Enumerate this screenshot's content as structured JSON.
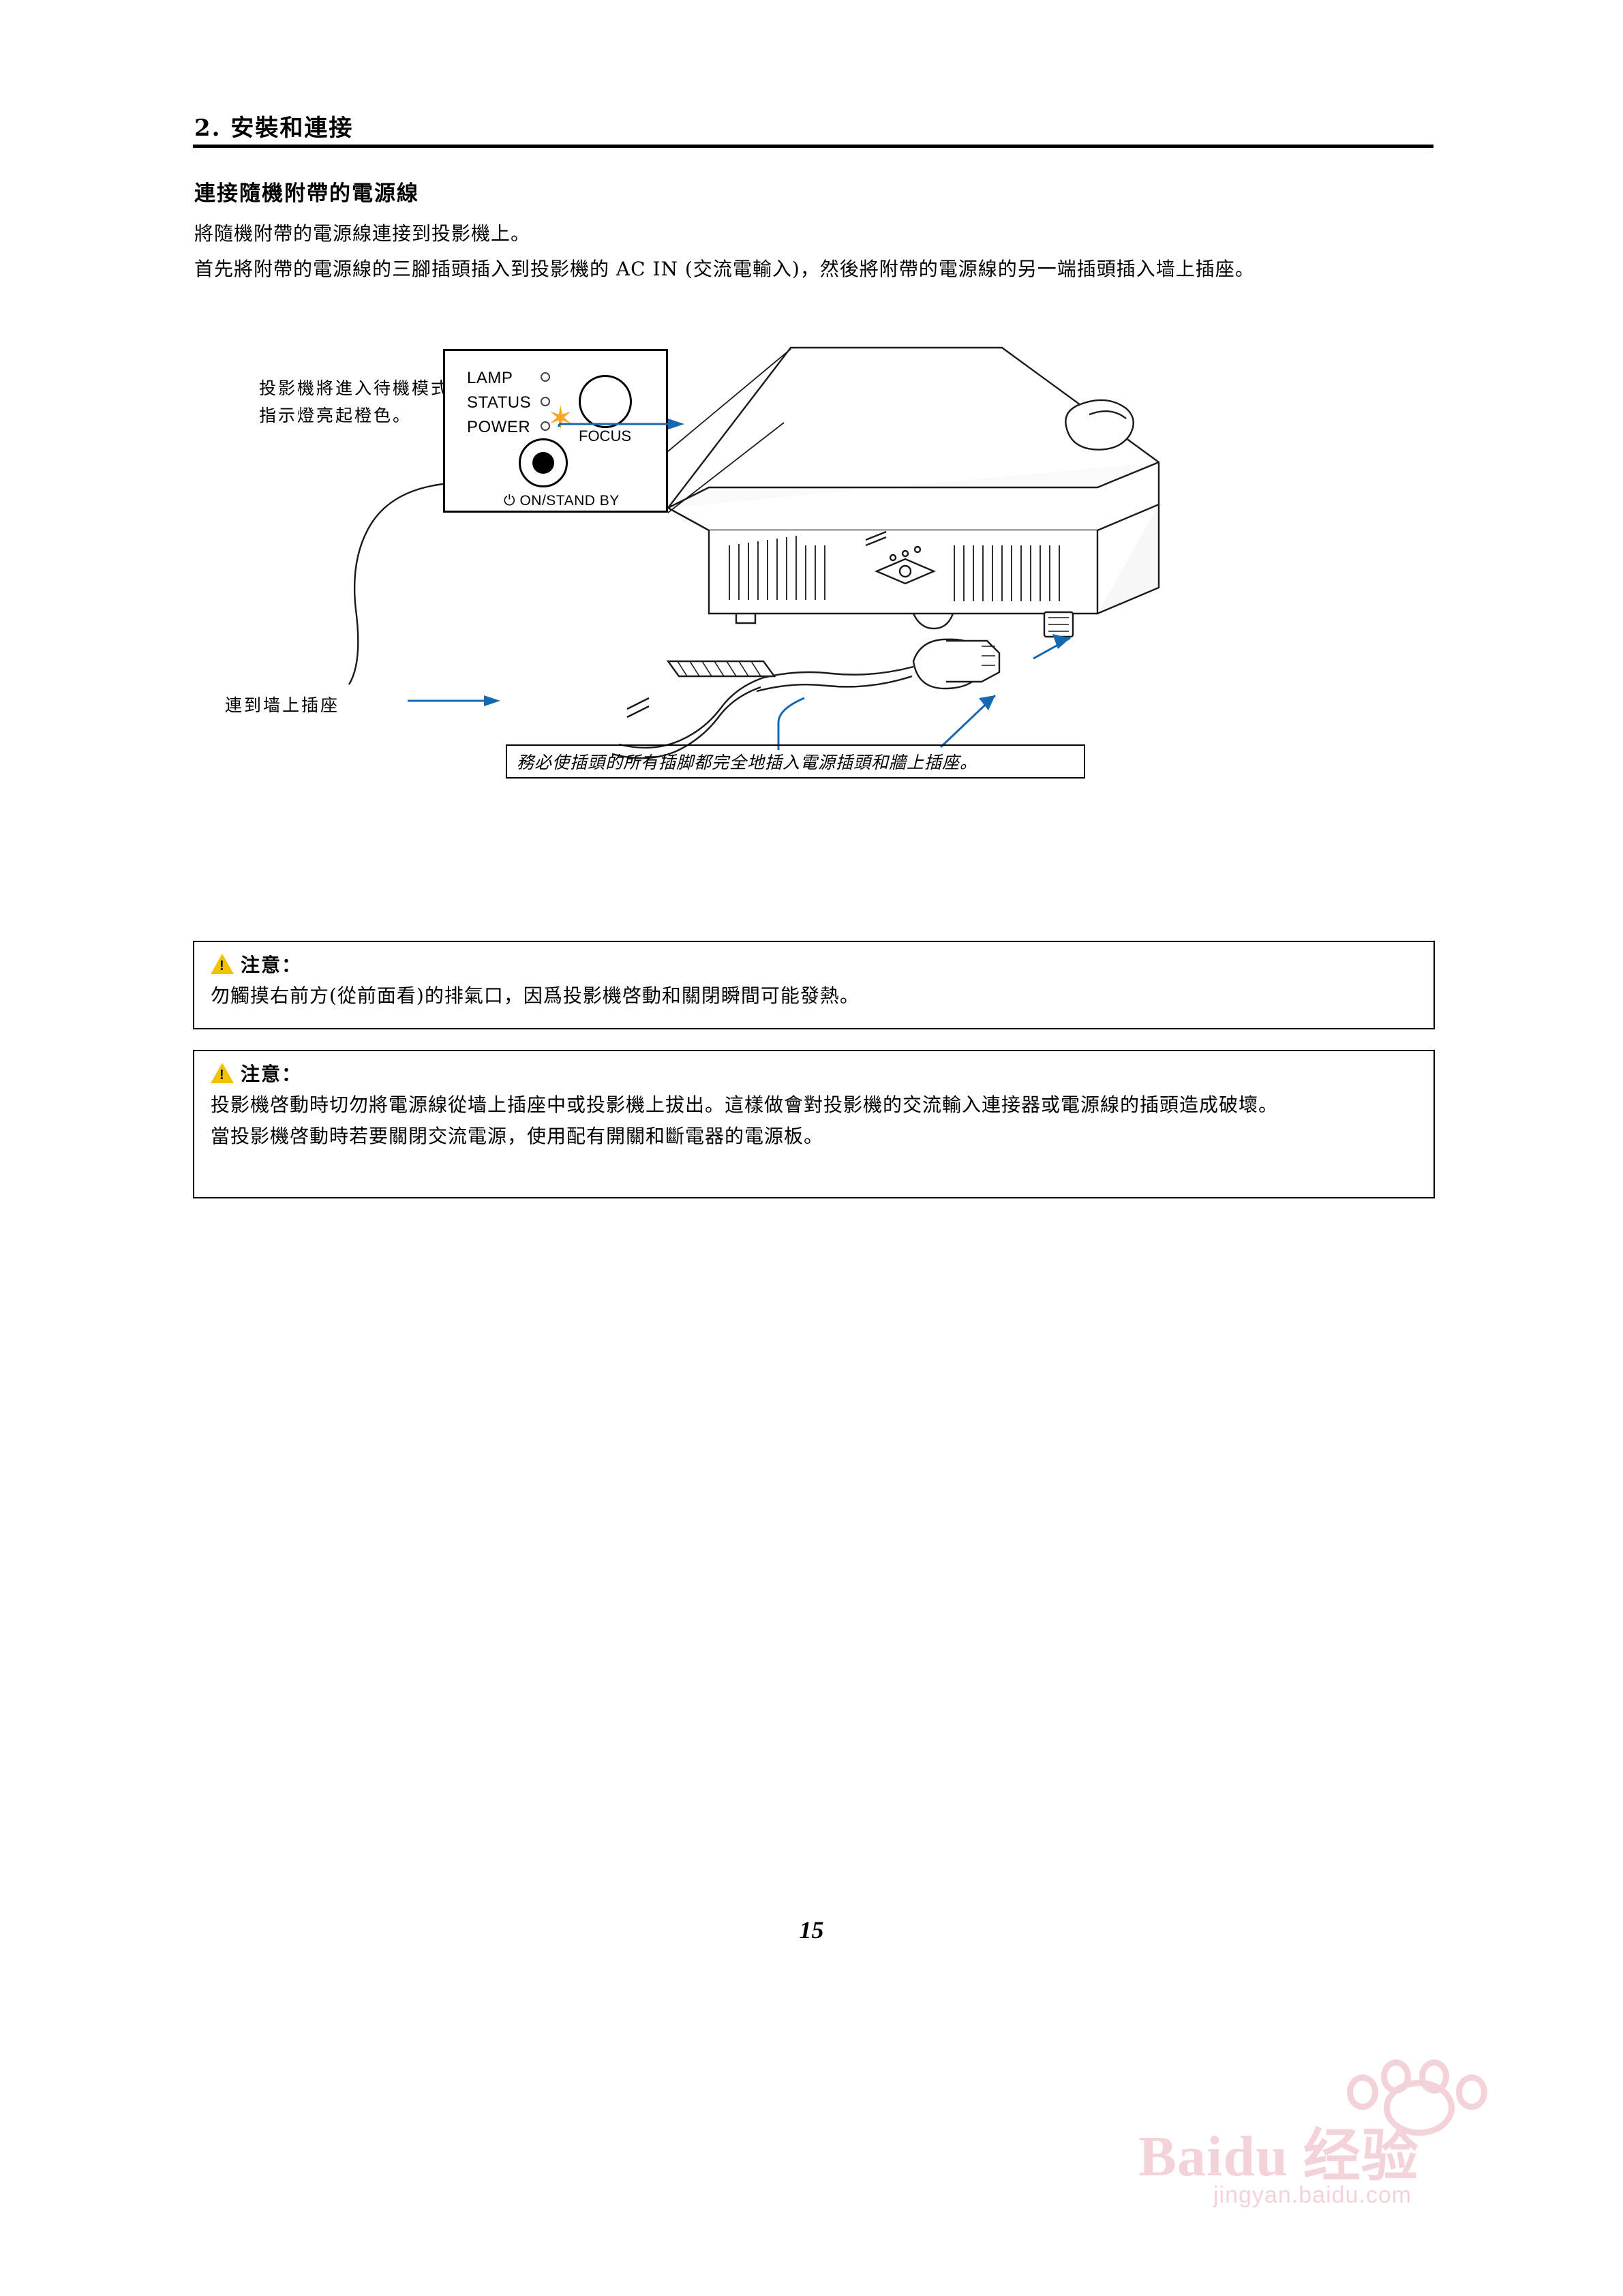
{
  "header": {
    "chapter": "2. 安裝和連接"
  },
  "section": {
    "title": "連接隨機附帶的電源線",
    "paragraph1": "將隨機附帶的電源線連接到投影機上。",
    "paragraph2": "首先將附帶的電源線的三腳插頭插入到投影機的 AC IN (交流電輸入)，然後將附帶的電源線的另一端插頭插入墙上插座。"
  },
  "figure": {
    "callout_standby": "投影機將進入待機模式，POWER 指示燈亮起橙色。",
    "callout_wall": "連到墙上插座",
    "note_plug": "務必使插頭的所有插脚都完全地插入電源插頭和牆上插座。",
    "panel": {
      "lamp_label": "LAMP",
      "status_label": "STATUS",
      "power_label": "POWER",
      "focus_label": "FOCUS",
      "standby_label": "ON/STAND BY"
    }
  },
  "cautions": [
    {
      "heading": "注意：",
      "body": "勿觸摸右前方(從前面看)的排氣口，因爲投影機啓動和關閉瞬間可能發熱。"
    },
    {
      "heading": "注意：",
      "body": "投影機啓動時切勿將電源線從墙上插座中或投影機上拔出。這樣做會對投影機的交流輸入連接器或電源線的插頭造成破壞。\n當投影機啓動時若要關閉交流電源，使用配有開關和斷電器的電源板。"
    }
  ],
  "footer": {
    "page_number": "15"
  },
  "watermark": {
    "brand": "Baidu 经验",
    "url": "jingyan.baidu.com"
  }
}
